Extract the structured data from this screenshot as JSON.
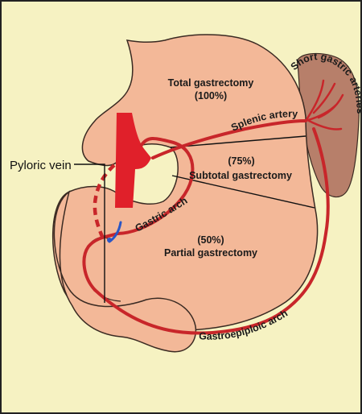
{
  "colors": {
    "background": "#f6f2c2",
    "border": "#222222",
    "stomach": "#f3b898",
    "stomach_outline": "#3a2a22",
    "spleen": "#b77f6a",
    "artery": "#c8262a",
    "aorta": "#e0202a",
    "vein": "#2a56c4",
    "division_line": "#111111"
  },
  "labels": {
    "total_title": "Total gastrectomy",
    "total_pct": "(100%)",
    "subtotal_pct": "(75%)",
    "subtotal_title": "Subtotal gastrectomy",
    "partial_pct": "(50%)",
    "partial_title": "Partial gastrectomy",
    "pyloric_vein": "Pyloric vein",
    "splenic_artery": "Splenic artery",
    "short_gastric": "Short gastric arteries",
    "gastric_arch": "Gastric arch",
    "gastroepiploic": "Gastroepiploic arch"
  }
}
